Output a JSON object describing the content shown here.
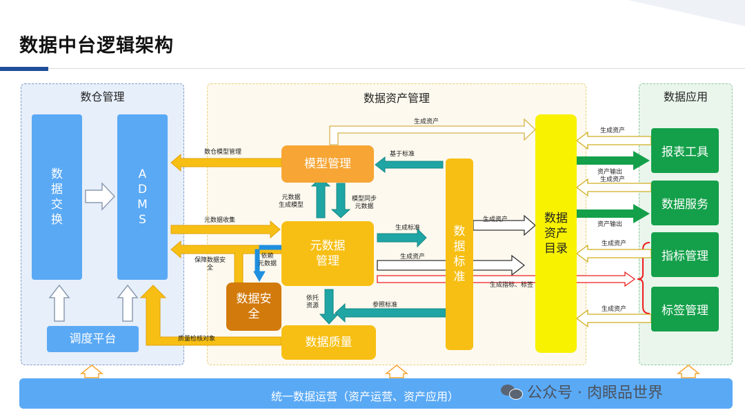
{
  "page": {
    "title": "数据中台逻辑架构"
  },
  "panels": {
    "warehouse": "数仓管理",
    "asset": "数据资产管理",
    "app": "数据应用"
  },
  "boxes": {
    "exchange": "数据交换",
    "adms": "ADMS",
    "schedule": "调度平台",
    "model": "模型管理",
    "meta": "元数据\n管理",
    "security": "数据安\n全",
    "quality": "数据质量",
    "standard": "数据标准",
    "catalog": "数据\n资产\n目录",
    "report": "报表工具",
    "service": "数据服务",
    "indicator": "指标管理",
    "tag": "标签管理"
  },
  "labels": {
    "gen_asset_top": "生成资产",
    "dw_model": "数仓模型管理",
    "based_std": "基于标准",
    "meta_gen_model": "元数据\n生成模型",
    "model_sync": "模型同步\n元数据",
    "meta_collect": "元数据收集",
    "gen_std": "生成标准",
    "gen_asset_std": "生成资产",
    "gen_asset_meta": "生成资产",
    "ensure_security": "保障数据安\n全",
    "depend_meta": "依赖\n元数据",
    "gen_indicator_tag": "生成指标、标签",
    "rely_resource": "依托\n资源",
    "ref_std": "参照标准",
    "quality_obj": "质量检核对象",
    "gen_asset_report": "生成资产",
    "asset_output_1": "资产输出",
    "gen_asset_service": "生成资产",
    "asset_output_2": "资产输出",
    "gen_asset_indicator": "生成资产",
    "gen_asset_tag": "生成资产"
  },
  "bottom_bar": "统一数据运营（资产运营、资产应用）",
  "watermark": "公众号 · 肉眼品世界",
  "colors": {
    "blue": "#5aa9f5",
    "orange": "#f7a534",
    "gold": "#f7bf14",
    "brown": "#d27a0c",
    "yellow": "#f8f200",
    "green": "#14a04a",
    "teal": "#1fa5a4",
    "navy": "#1f4e9a",
    "red": "#ee1c1c"
  }
}
